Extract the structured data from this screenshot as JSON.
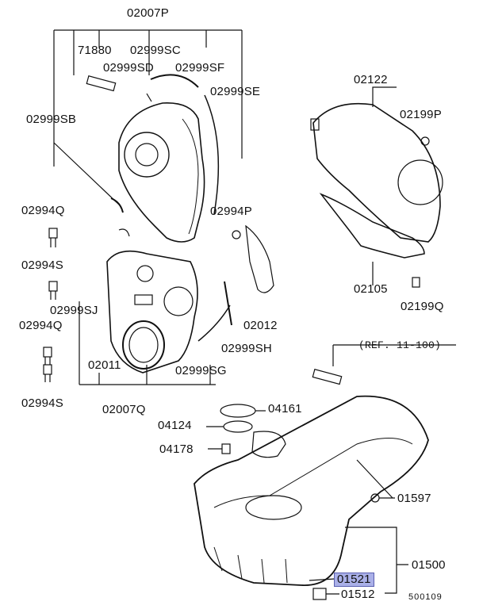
{
  "colors": {
    "ink": "#111111",
    "highlight": "#aab0e8",
    "highlight_border": "#5a5fb0"
  },
  "labels": {
    "p02007P": "02007P",
    "p71880": "71880",
    "p02999SC": "02999SC",
    "p02999SD": "02999SD",
    "p02999SF": "02999SF",
    "p02999SE": "02999SE",
    "p02999SB": "02999SB",
    "p02994Q_top": "02994Q",
    "p02994S_top": "02994S",
    "p02999SJ": "02999SJ",
    "p02994Q_bottom": "02994Q",
    "p02011": "02011",
    "p02994S_bottom": "02994S",
    "p02007Q": "02007Q",
    "p02999SG": "02999SG",
    "p02999SH": "02999SH",
    "p02012": "02012",
    "p02994P": "02994P",
    "p02122": "02122",
    "p02199P": "02199P",
    "p02105": "02105",
    "p02199Q": "02199Q",
    "ref": "(REF. 11-100)",
    "p04161": "04161",
    "p04124": "04124",
    "p04178": "04178",
    "p01597": "01597",
    "p01500": "01500",
    "p01521": "01521",
    "p01512": "01512"
  },
  "diagram_code": "500109",
  "selected_part": "01521"
}
